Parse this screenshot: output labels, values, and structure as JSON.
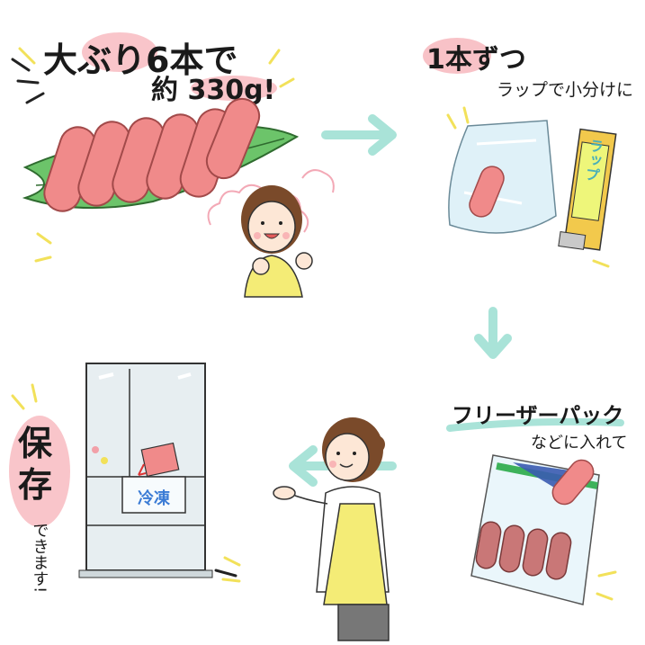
{
  "panel1": {
    "title_line1": "大ぶり6本で",
    "title_line2": "約 330g!"
  },
  "panel2": {
    "title_line1": "1本ずつ",
    "title_line2": "ラップで小分けに",
    "wrap_box_label": "ラップ"
  },
  "panel3": {
    "title_line1": "フリーザーパック",
    "title_line2": "などに入れて"
  },
  "panel4": {
    "side_big": "保存",
    "side_small": "できます!",
    "freezer_label": "冷凍"
  },
  "colors": {
    "pink_highlight": "#f7b7bd",
    "mentaiko": "#f08a8a",
    "leaf": "#6cc46a",
    "arrow_mint": "#a9e3d8",
    "accent_yellow": "#f2e15a",
    "apron": "#f4ec76"
  }
}
